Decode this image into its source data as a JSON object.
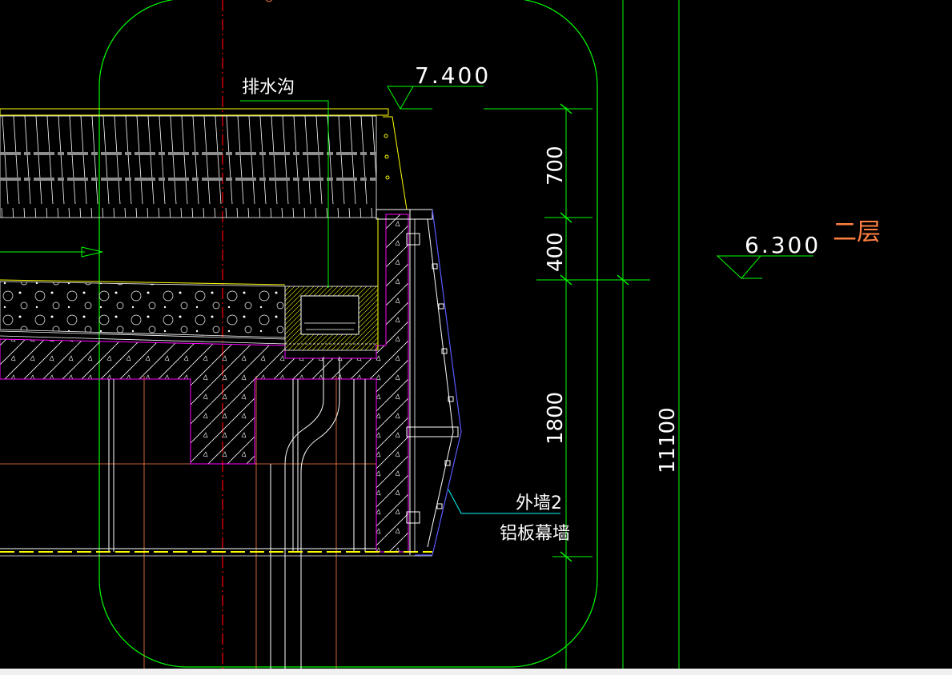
{
  "drawing": {
    "labels": {
      "drain": "排水沟",
      "floor_name": "二层",
      "wall_type": "外墙2",
      "wall_desc": "铝板幕墙"
    },
    "elevations": {
      "top": "7.400",
      "floor": "6.300"
    },
    "dimensions": {
      "d1": "700",
      "d2": "400",
      "d3": "1800",
      "total": "11100"
    },
    "colors": {
      "background": "#000000",
      "green": "#00ff00",
      "white": "#ffffff",
      "yellow": "#ffff00",
      "magenta": "#ff00ff",
      "red": "#ff0000",
      "blue": "#5a5aff",
      "cyan": "#00ffff",
      "orange": "#ff8040",
      "gray": "#8c8c8c"
    }
  }
}
